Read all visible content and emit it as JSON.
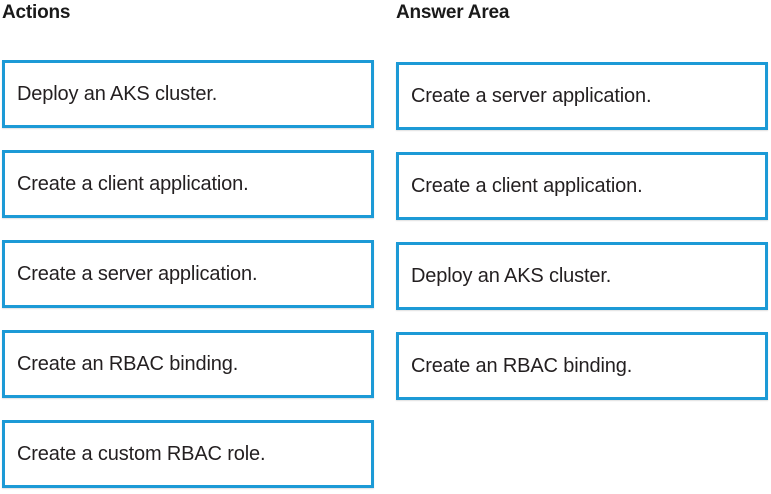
{
  "theme": {
    "border_color": "#1c9ad6",
    "card_background": "#ffffff",
    "text_color": "#231f20",
    "heading_color": "#1a1a1a",
    "page_background": "#ffffff"
  },
  "actions_column": {
    "heading": "Actions",
    "items": [
      {
        "label": "Deploy an AKS cluster."
      },
      {
        "label": "Create a client application."
      },
      {
        "label": "Create a server application."
      },
      {
        "label": "Create an RBAC binding."
      },
      {
        "label": "Create a custom RBAC role."
      }
    ]
  },
  "answer_column": {
    "heading": "Answer Area",
    "items": [
      {
        "label": "Create a server application."
      },
      {
        "label": "Create a client application."
      },
      {
        "label": "Deploy an AKS cluster."
      },
      {
        "label": "Create an RBAC binding."
      }
    ]
  }
}
